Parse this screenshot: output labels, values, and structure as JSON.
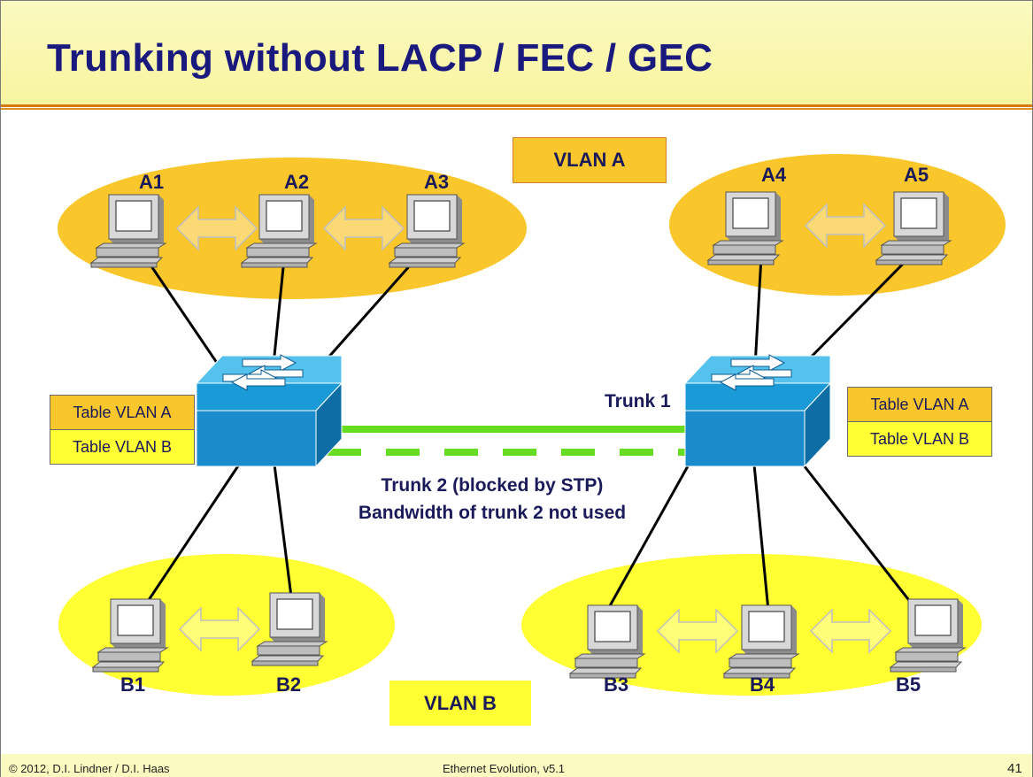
{
  "slide": {
    "title": "Trunking without LACP / FEC / GEC",
    "page_number": "41"
  },
  "vlan_labels": {
    "vlan_a": "VLAN A",
    "vlan_b": "VLAN B"
  },
  "tables": {
    "left": {
      "row_a": "Table VLAN A",
      "row_b": "Table VLAN B"
    },
    "right": {
      "row_a": "Table VLAN A",
      "row_b": "Table VLAN B"
    }
  },
  "hosts": {
    "a1": "A1",
    "a2": "A2",
    "a3": "A3",
    "a4": "A4",
    "a5": "A5",
    "b1": "B1",
    "b2": "B2",
    "b3": "B3",
    "b4": "B4",
    "b5": "B5"
  },
  "links": {
    "trunk1": "Trunk 1",
    "trunk2_line1": "Trunk 2 (blocked by STP)",
    "trunk2_line2": "Bandwidth of trunk 2 not used"
  },
  "footer": {
    "copyright": "© 2012, D.I. Lindner / D.I. Haas",
    "course": "Ethernet Evolution, v5.1"
  },
  "colors": {
    "vlan_a_fill": "#f9c62b",
    "vlan_b_fill": "#ffff33",
    "title_text": "#1a1a7e",
    "trunk": "#66dd22",
    "switch": "#1a9ad6"
  },
  "icons": [
    "pc-icon",
    "switch-icon",
    "double-arrow-icon"
  ]
}
